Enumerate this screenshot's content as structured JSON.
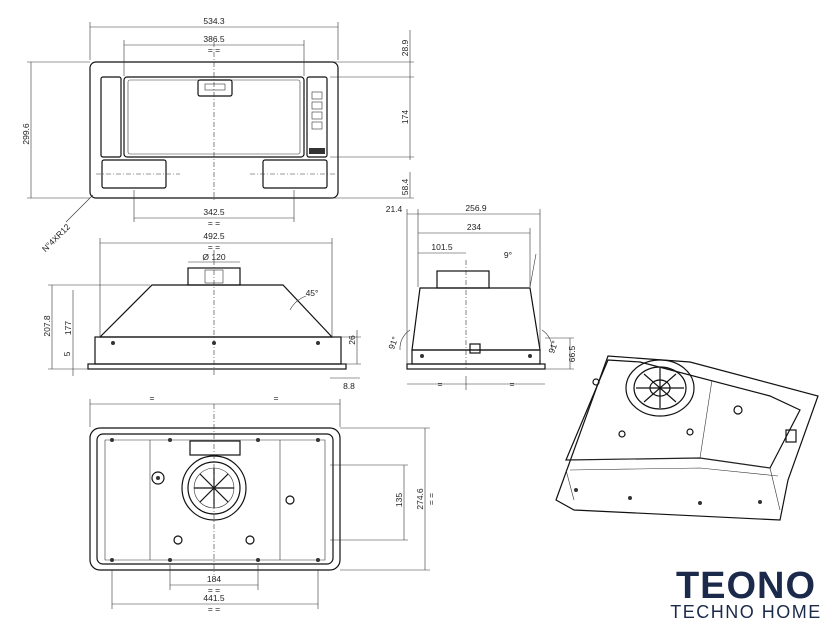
{
  "drawing": {
    "top_view": {
      "overall_width": "534.3",
      "inner_width": "386.5",
      "inner_eq": "= =",
      "top_margin": "28.9",
      "panel_height": "174",
      "overall_height": "299.6",
      "bottom_margin": "58.4",
      "vent_spacing": "342.5",
      "vent_eq": "= =",
      "corner_note": "N°4XR12"
    },
    "front_view": {
      "body_width": "492.5",
      "body_eq": "= =",
      "outlet_diameter": "Ø 120",
      "chamfer_angle": "45°",
      "total_height": "207.8",
      "body_height": "177",
      "flange_height": "5",
      "side_height": "26",
      "lip": "8.8"
    },
    "side_view": {
      "offset": "21.4",
      "depth": "256.9",
      "inner_depth": "234",
      "outlet_offset": "101.5",
      "top_angle": "9°",
      "left_angle": "91°",
      "right_angle": "91°",
      "side_height": "66.5",
      "eq_left": "=",
      "eq_right": "="
    },
    "bottom_view": {
      "eq_left": "=",
      "eq_right": "=",
      "height_inner": "135",
      "height_outer": "274.6",
      "height_eq": "= =",
      "hole_spacing": "184",
      "hole_eq": "= =",
      "base_width": "441.5",
      "base_eq": "= ="
    }
  },
  "brand": {
    "name": "TEONO",
    "tagline": "TECHNO HOME",
    "color": "#1b2a4a"
  }
}
